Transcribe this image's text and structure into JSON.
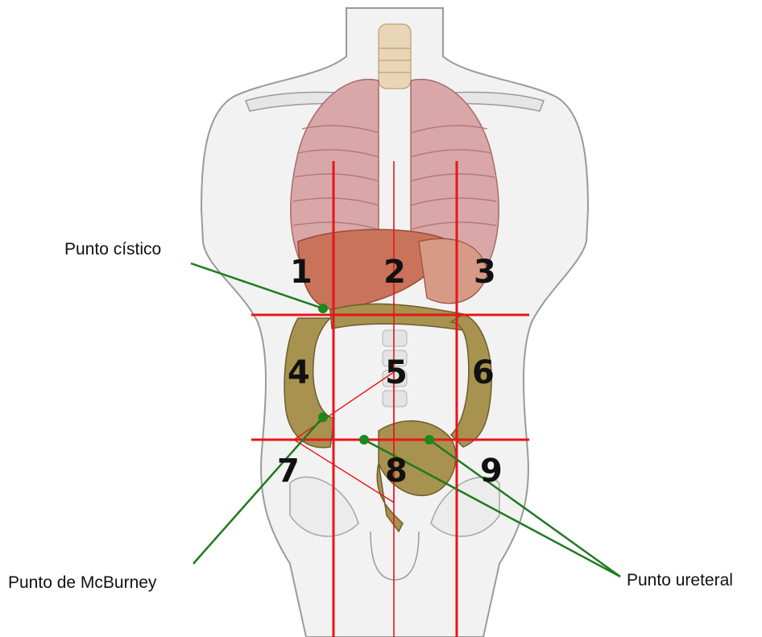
{
  "regions": [
    {
      "number": "1"
    },
    {
      "number": "2"
    },
    {
      "number": "3"
    },
    {
      "number": "4"
    },
    {
      "number": "5"
    },
    {
      "number": "6"
    },
    {
      "number": "7"
    },
    {
      "number": "8"
    },
    {
      "number": "9"
    }
  ],
  "labels": {
    "cistico": "Punto cístico",
    "mcburney": "Punto de McBurney",
    "ureteral": "Punto ureteral"
  },
  "colors": {
    "grid_lines": "#e8151b",
    "pointer_lines": "#1f7a1f",
    "points": "#1a8a1a",
    "body_outline": "#9a9a9a",
    "lungs": "#c98a8a",
    "liver": "#c86a50",
    "colon": "#8f7a3a"
  }
}
